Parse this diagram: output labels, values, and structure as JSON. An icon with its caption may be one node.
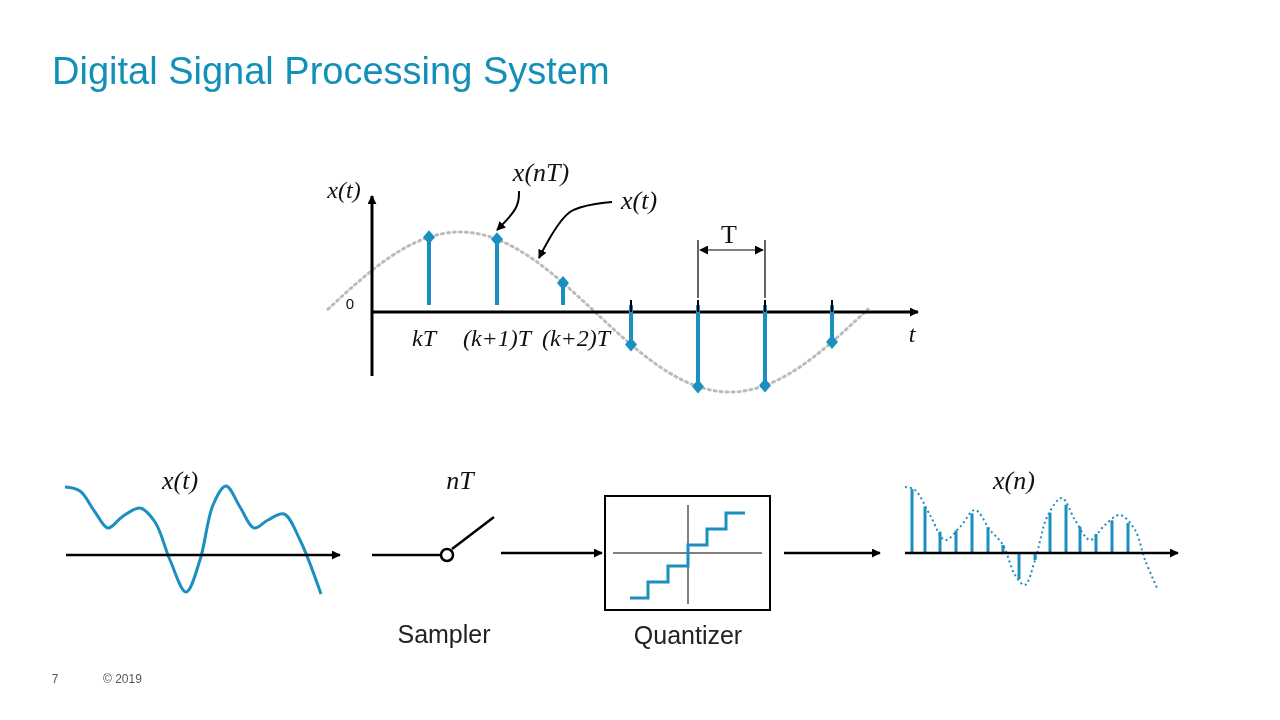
{
  "diagram": {
    "title": "Digital Signal Processing System",
    "nodes": [
      {
        "text": [
          "x(t)"
        ]
      },
      {
        "text": [
          "nT",
          "Sampler"
        ]
      },
      {
        "text": [
          "Quantizer"
        ]
      },
      {
        "text": [
          "x(n)"
        ]
      },
      {
        "text": [
          "x(nT)"
        ]
      },
      {
        "text": [
          "x(t)"
        ]
      }
    ],
    "edges": [
      {
        "from": 1,
        "to": 2,
        "arrow": "to"
      },
      {
        "from": 2,
        "to": 3,
        "arrow": "to"
      },
      {
        "from": 4,
        "to": null,
        "arrow": "to"
      },
      {
        "from": 5,
        "to": null,
        "arrow": "to"
      }
    ],
    "labels": [
      "x(t)",
      "0",
      "kT",
      "(k+1)T",
      "(k+2)T",
      "t",
      "T",
      "7",
      "© 2019"
    ]
  }
}
